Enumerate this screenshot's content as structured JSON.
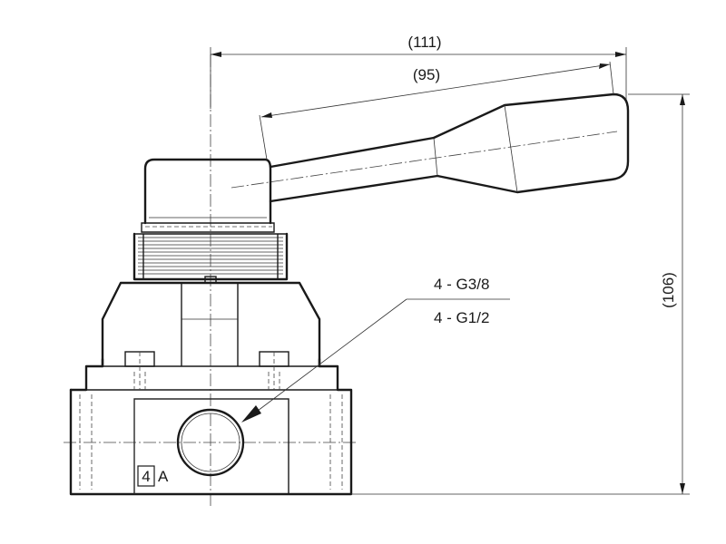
{
  "dimensions": {
    "overall_width": "(111)",
    "handle_length": "(95)",
    "overall_height": "(106)"
  },
  "port_callout": {
    "line1": "4 - G3/8",
    "line2": "4 - G1/2"
  },
  "port_marker": {
    "number": "4",
    "letter": "A"
  }
}
